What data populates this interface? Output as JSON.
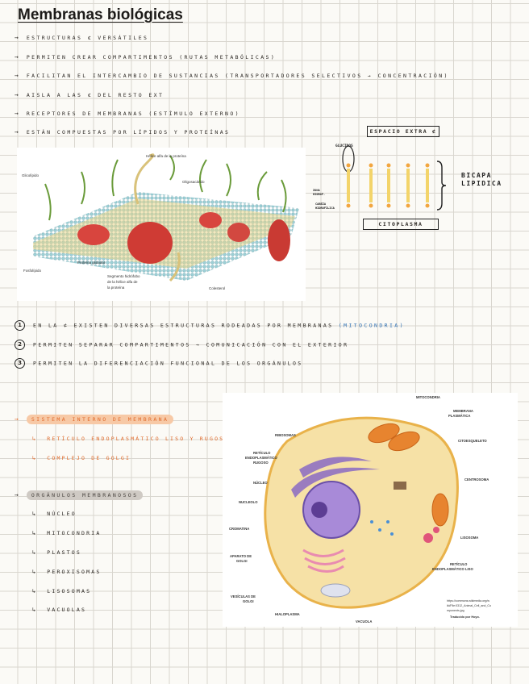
{
  "title": "Membranas biológicas",
  "bullets": [
    "estructuras ⊄ versátiles",
    "permiten crear compartimentos (rutas metabólicas)",
    "facilitan el intercambio de sustancias (transportadores selectivos → concentración)",
    "aisla a las ⊄ del resto ext",
    "receptores de membranas (estímulo externo)",
    "están compuestas por lípidos y proteínas"
  ],
  "membrane_figure": {
    "labels": {
      "helix": "Hélice alfa de la proteína",
      "oligo": "Oligosacárido",
      "glyco": "Glicolípido",
      "phospho": "Fosfolípido",
      "globular": "Proteína globular",
      "segment1": "Segmento hidrófobo",
      "segment2": "de la hélice alfa de",
      "segment3": "la proteína",
      "chol": "Colesterol"
    }
  },
  "bilayer_sketch": {
    "top": "ESPACIO EXTRA ⊄",
    "bottom": "CITOPLASMA",
    "right1": "BICAPA",
    "right2": "LIPIDICA",
    "glucid": "GLUCIDOS",
    "left1": "ZONA",
    "left2": "HIDROF.",
    "left3": "CABEZA",
    "left4": "HIDROFILICA"
  },
  "numbered": [
    {
      "n": "1",
      "text": "en la ⊄ existen diversas estructuras rodeadas por membranas",
      "note": "(mitocondria)"
    },
    {
      "n": "2",
      "text": "permiten separar compartimentos → comunicación con el exterior",
      "note": ""
    },
    {
      "n": "3",
      "text": "permiten la diferenciación funcional de los orgánulos",
      "note": ""
    }
  ],
  "section1": {
    "heading": "sistema interno de membrana",
    "items": [
      "retículo endoplasmático liso y rugoso",
      "complejo de golgi"
    ]
  },
  "section2": {
    "heading": "orgánulos membranosos",
    "items": [
      "núcleo",
      "mitocondria",
      "plastos",
      "peroxisomas",
      "lisosomas",
      "vacuolas"
    ]
  },
  "cell_figure": {
    "labels": {
      "mito": "MITOCONDRIA",
      "memb1": "MEMBRANA",
      "memb2": "PLASMÁTICA",
      "ribo": "RIBOSOMAS",
      "rer1": "RETÍCULO",
      "rer2": "ENDOPLASMÁTICO",
      "rer3": "RUGOSO",
      "cyto": "CITOESQUELETO",
      "centro": "CENTROSOMA",
      "nucleus": "NÚCLEO",
      "nucleolus": "NUCLEOLO",
      "chrom": "CROMATINA",
      "lyso": "LISOSOMA",
      "golgi1": "APARATO DE",
      "golgi2": "GOLGI",
      "ser1": "RETÍCULO",
      "ser2": "ENDOPLASMÁTICO LISO",
      "ves1": "VESÍCULAS DE",
      "ves2": "GOLGI",
      "hyalo": "HIALOPLASMA",
      "vac": "VACUOLA",
      "credit1": "https://commons.wikimedia.org/w",
      "credit2": "iki/File:0312_Animal_Cell_and_Co",
      "credit3": "mponents.jpg",
      "credit4": "Traducido por Hoyo."
    }
  },
  "colors": {
    "orange_highlight": "#f7c9a6",
    "orange_text": "#e06a2b",
    "grey_highlight": "#cfcac4",
    "note_blue": "#2d6fb3"
  }
}
